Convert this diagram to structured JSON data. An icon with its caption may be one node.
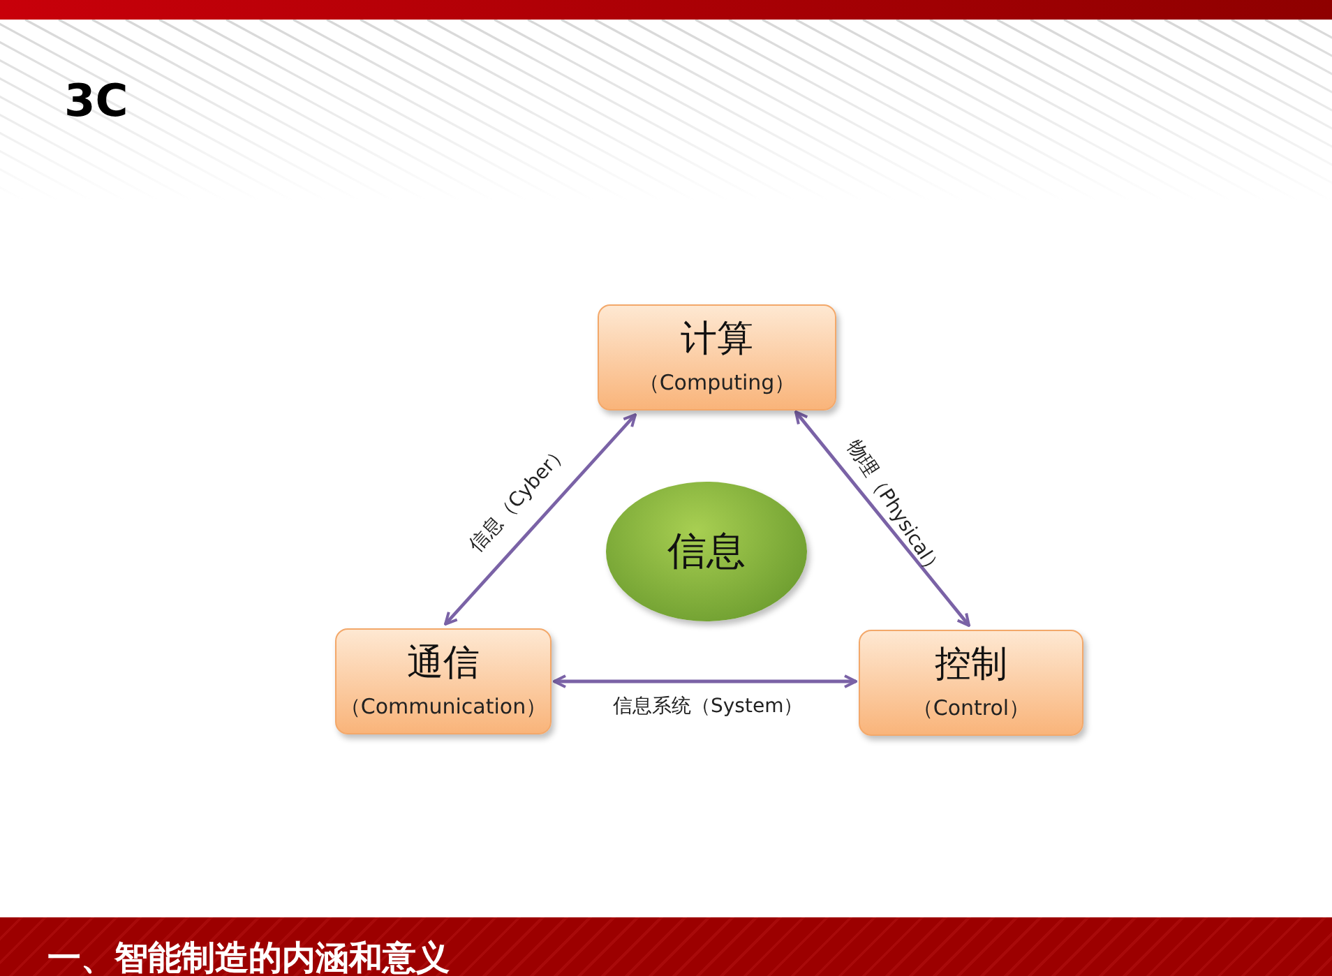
{
  "diagram": {
    "title": "3C",
    "nodes": [
      {
        "text": [
          "计算",
          "（Computing）"
        ]
      },
      {
        "text": [
          "信息"
        ]
      },
      {
        "text": [
          "通信",
          "（Communication）"
        ]
      },
      {
        "text": [
          "控制",
          "（Control）"
        ]
      }
    ],
    "edges": [
      {
        "from": 0,
        "to": 2,
        "arrow": "both",
        "label": "信息（Cyber）"
      },
      {
        "from": 0,
        "to": 3,
        "arrow": "both",
        "label": "物理（Physical）"
      },
      {
        "from": 2,
        "to": 3,
        "arrow": "both",
        "label": "信息系统（System）"
      }
    ],
    "labels": [
      "一、智能制造的内涵和意义"
    ]
  }
}
